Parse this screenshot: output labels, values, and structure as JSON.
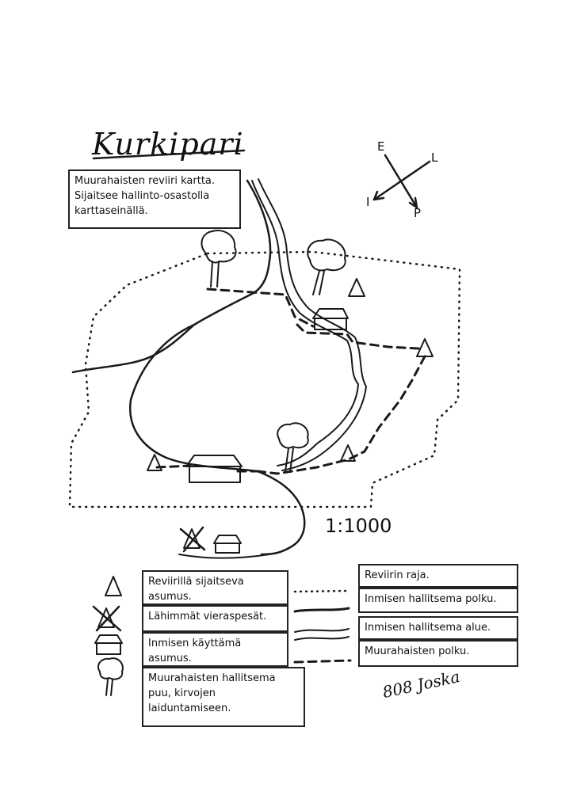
{
  "map": {
    "title": "Kurkipari",
    "description": "Muurahaisten reviiri kartta. Sijaitsee hallinto-osastolla karttaseinällä.",
    "scale": "1:1000",
    "compass": {
      "north": "P",
      "south": "E",
      "east": "I",
      "west": "L"
    },
    "signature": "808 Joska",
    "ink_color": "#1a1a1a"
  },
  "legend_symbols": [
    {
      "icon": "anthill-icon",
      "label": "Reviirillä sijaitseva asumus."
    },
    {
      "icon": "crossed-anthill-icon",
      "label": "Lähimmät vieraspesät."
    },
    {
      "icon": "house-icon",
      "label": "Inmisen käyttämä asumus."
    },
    {
      "icon": "tree-icon",
      "label": "Muurahaisten hallitsema puu, kirvojen laiduntamiseen."
    }
  ],
  "legend_lines": [
    {
      "style": "dotted",
      "label": "Reviirin raja."
    },
    {
      "style": "solid-thick",
      "label": "Inmisen hallitsema polku."
    },
    {
      "style": "double-wavy",
      "label": "Inmisen hallitsema alue."
    },
    {
      "style": "dashed",
      "label": "Muurahaisten polku."
    }
  ]
}
